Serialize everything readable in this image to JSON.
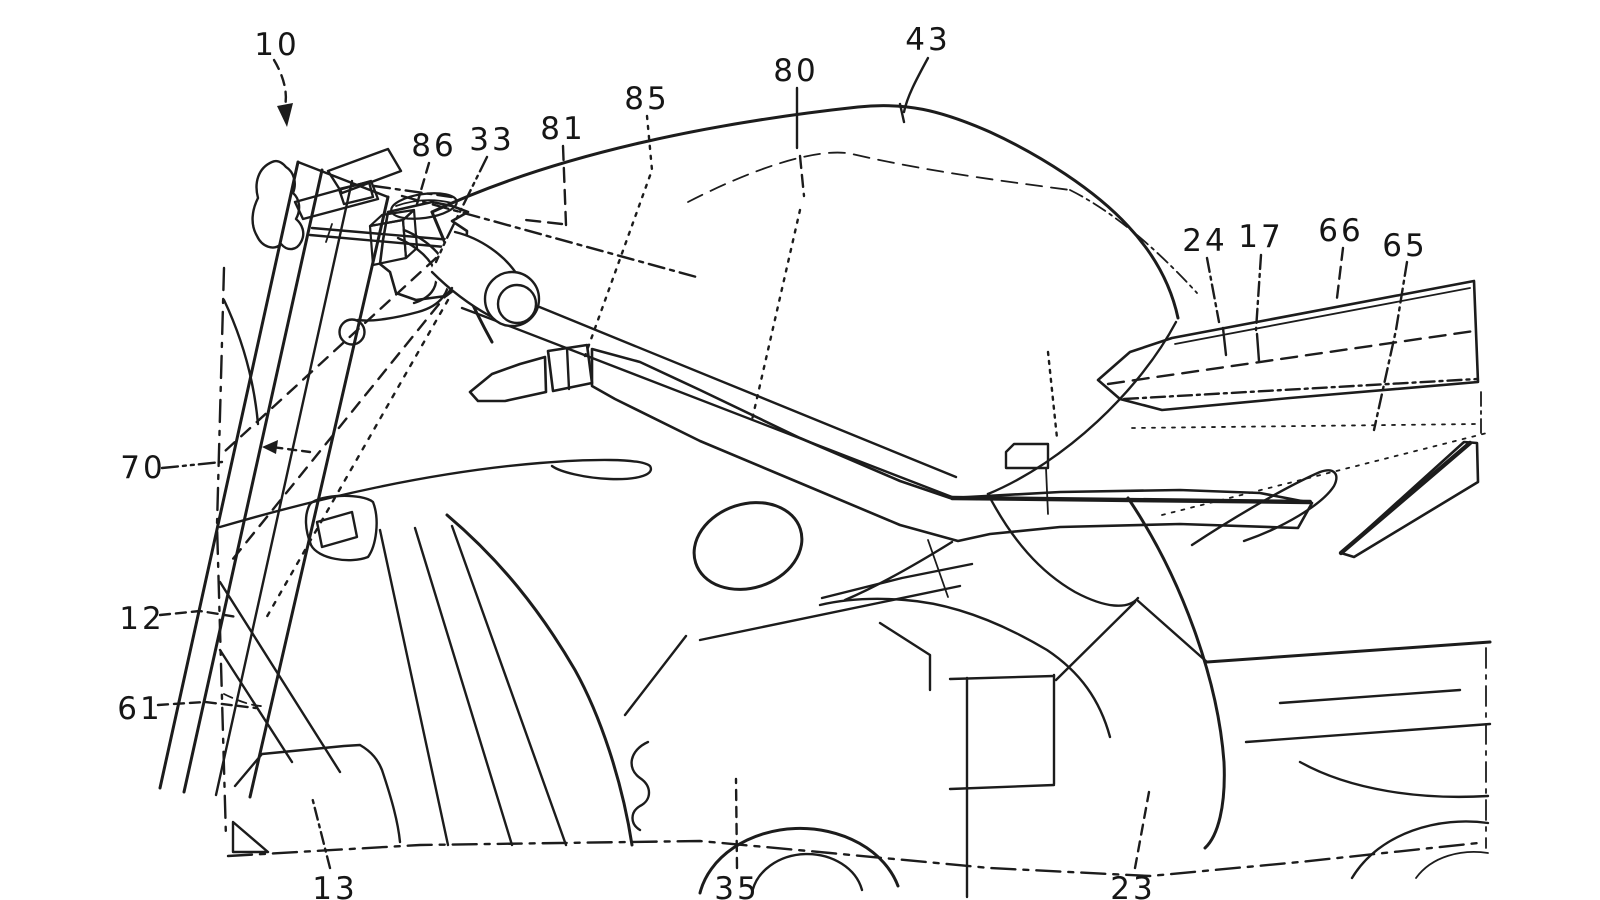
{
  "figure": {
    "kind": "patent-line-drawing",
    "subject": "Motorcycle side view (front half) with highlighted key-switch unit, wire-harness run and tail cover",
    "colors": {
      "background": "#ffffff",
      "line": "#1c1c1c",
      "highlight_yellow": "#ffe431",
      "highlight_red": "#c4242c"
    }
  },
  "ref_labels": {
    "l10": {
      "text": "10"
    },
    "l86": {
      "text": "86"
    },
    "l33": {
      "text": "33"
    },
    "l81": {
      "text": "81"
    },
    "l85": {
      "text": "85"
    },
    "l80": {
      "text": "80"
    },
    "l43": {
      "text": "43"
    },
    "l24": {
      "text": "24"
    },
    "l17": {
      "text": "17"
    },
    "l66": {
      "text": "66"
    },
    "l65": {
      "text": "65"
    },
    "l70": {
      "text": "70"
    },
    "l12": {
      "text": "12"
    },
    "l61": {
      "text": "61"
    },
    "l13": {
      "text": "13"
    },
    "l35": {
      "text": "35"
    },
    "l23": {
      "text": "23"
    }
  }
}
